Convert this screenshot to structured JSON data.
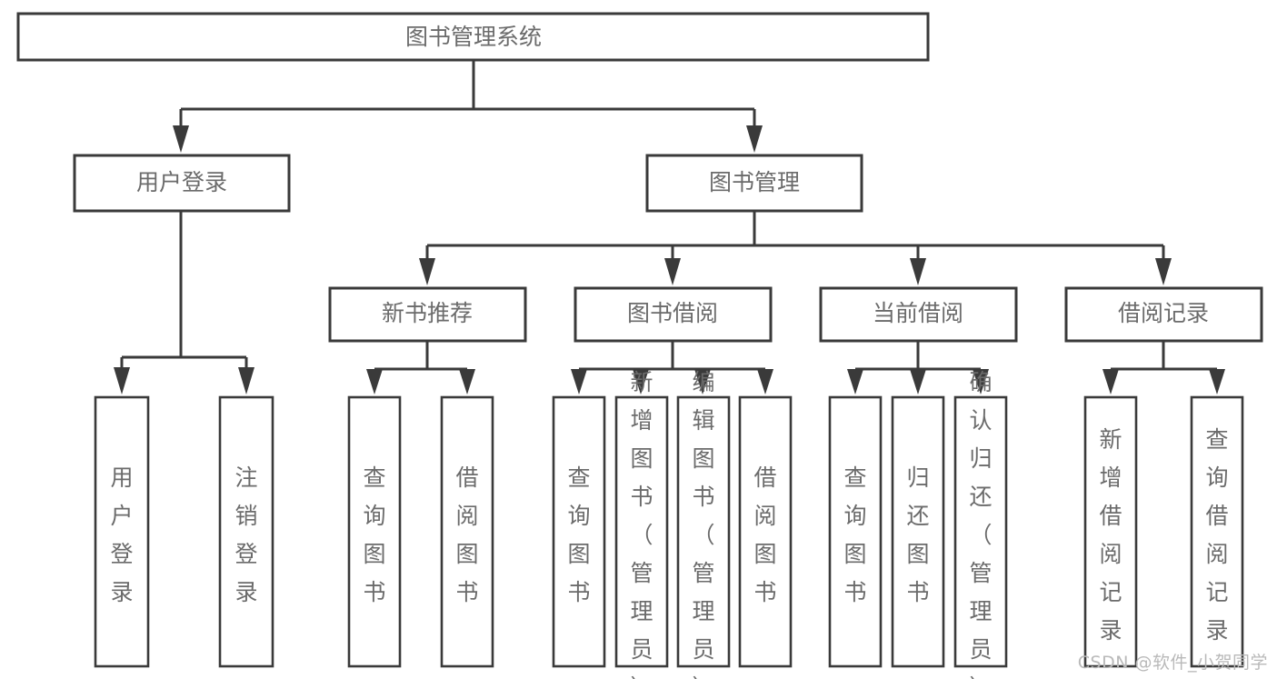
{
  "diagram": {
    "type": "tree-hierarchy",
    "title": "图书管理系统",
    "orientation": "top-down",
    "colors": {
      "stroke": "#3a3a3a",
      "fill": "#ffffff",
      "text": "#6b6b6b",
      "background": "#ffffff",
      "watermark": "#b9b9b9"
    },
    "root": {
      "label": "图书管理系统"
    },
    "level2": [
      {
        "label": "用户登录"
      },
      {
        "label": "图书管理"
      }
    ],
    "level3": [
      {
        "label": "新书推荐"
      },
      {
        "label": "图书借阅"
      },
      {
        "label": "当前借阅"
      },
      {
        "label": "借阅记录"
      }
    ],
    "leaves": {
      "user_login": [
        {
          "label": "用户登录"
        },
        {
          "label": "注销登录"
        }
      ],
      "new_book_recommend": [
        {
          "label": "查询图书"
        },
        {
          "label": "借阅图书"
        }
      ],
      "book_borrow": [
        {
          "label": "查询图书"
        },
        {
          "label": "新增图书（管理员）"
        },
        {
          "label": "编辑图书（管理员）"
        },
        {
          "label": "借阅图书"
        }
      ],
      "current_borrow": [
        {
          "label": "查询图书"
        },
        {
          "label": "归还图书"
        },
        {
          "label": "确认归还（管理员）"
        }
      ],
      "borrow_record": [
        {
          "label": "新增借阅记录"
        },
        {
          "label": "查询借阅记录"
        }
      ]
    }
  },
  "watermark": {
    "text": "CSDN @软件_小贺同学"
  }
}
